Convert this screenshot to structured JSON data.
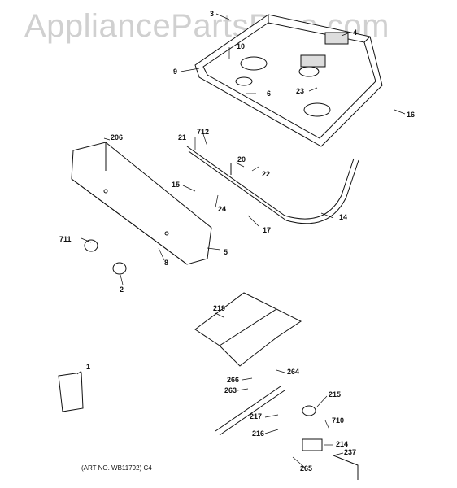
{
  "watermark": "AppliancePartsPros.com",
  "art_number": "(ART NO. WB11792) C4",
  "parts": {
    "p1": "1",
    "p2": "2",
    "p3": "3",
    "p4": "4",
    "p5": "5",
    "p6": "6",
    "p8": "8",
    "p9": "9",
    "p10": "10",
    "p14": "14",
    "p15": "15",
    "p16": "16",
    "p17": "17",
    "p20": "20",
    "p21": "21",
    "p22": "22",
    "p23": "23",
    "p24": "24",
    "p206": "206",
    "p214": "214",
    "p215": "215",
    "p216": "216",
    "p217": "217",
    "p219": "219",
    "p237": "237",
    "p263": "263",
    "p264": "264",
    "p265": "265",
    "p266": "266",
    "p710": "710",
    "p711": "711",
    "p712": "712"
  }
}
